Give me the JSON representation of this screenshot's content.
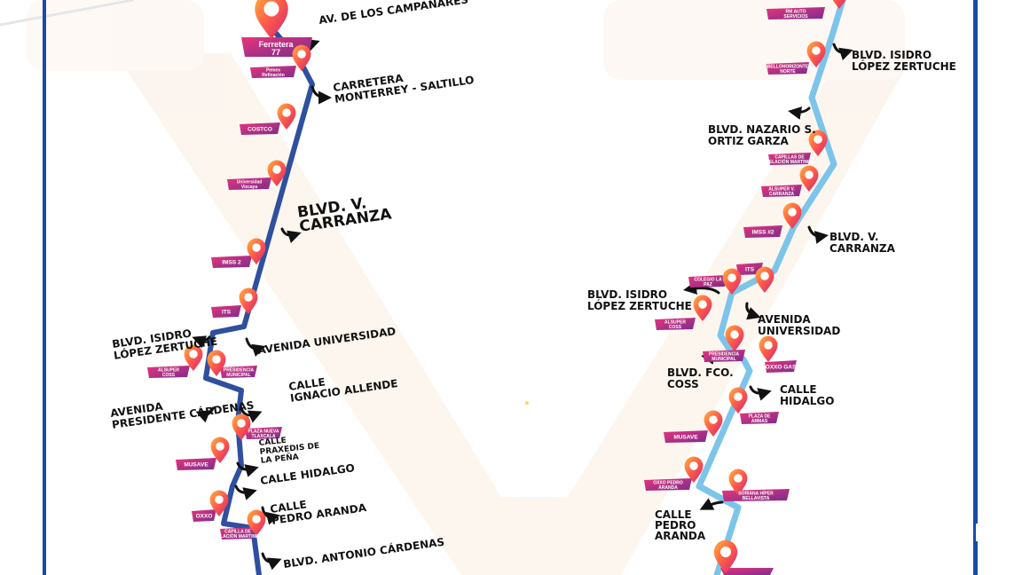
{
  "colors": {
    "frame": "#1a4aa8",
    "route_left": "#2f4f9f",
    "route_right": "#7cc4ea",
    "label_gradient_start": "#e8347a",
    "label_gradient_end": "#7b2d8e",
    "pin_outer": "#ff6a3d",
    "pin_inner": "#c8247a",
    "watermark": "#fbeee2",
    "text": "#111111"
  },
  "icons": {
    "pin": "map-pin-icon",
    "arrow": "turn-arrow-icon"
  },
  "left_route": {
    "start_stop": "Ferretera 77",
    "stops": [
      "Pemex Refinación",
      "COSTCO",
      "Universidad Vizcaya",
      "IMSS 2",
      "ITS",
      "ALSUPER COSS",
      "PRESIDENCIA MUNICIPAL",
      "PLAZA NUEVA TLAXCALA",
      "MUSAVE",
      "OXXO",
      "CAPILLA DE VELACIÓN MARTINEZ"
    ],
    "streets": [
      "AV. DE LOS CAMPANARES",
      "CARRETERA MONTERREY - SALTILLO",
      "BLVD. V. CARRANZA",
      "AVENIDA UNIVERSIDAD",
      "BLVD. ISIDRO LÓPEZ ZERTUCHE",
      "CALLE IGNACIO ALLENDE",
      "AVENIDA PRESIDENTE CÁRDENAS",
      "CALLE PRAXEDIS DE LA PEÑA",
      "CALLE HIDALGO",
      "CALLE PEDRO ARANDA",
      "BLVD. ANTONIO CÁRDENAS"
    ]
  },
  "right_route": {
    "stops": [
      "RM AUTO SERVICIOS",
      "BELLOHORIZONTE NORTE",
      "CAPILLAS DE VELACIÓN MARTINEZ",
      "ALSUPER V. CARRANZA",
      "IMSS #2",
      "ITS",
      "COLEGIO LA PAZ",
      "ALSUPER COSS",
      "PRESIDENCIA MUNICIPAL",
      "OXXO GAS",
      "PLAZA DE ARMAS",
      "MUSAVE",
      "OXXO PEDRO ARANDA",
      "SORIANA HÍPER BELLAVISTA"
    ],
    "streets": [
      "BLVD. ISIDRO LÓPEZ ZERTUCHE",
      "BLVD. NAZARIO S. ORTIZ GARZA",
      "BLVD. V. CARRANZA",
      "BLVD. ISIDRO LÓPEZ ZERTUCHE",
      "AVENIDA UNIVERSIDAD",
      "BLVD. FCO. COSS",
      "CALLE HIDALGO",
      "CALLE PEDRO ARANDA"
    ]
  }
}
